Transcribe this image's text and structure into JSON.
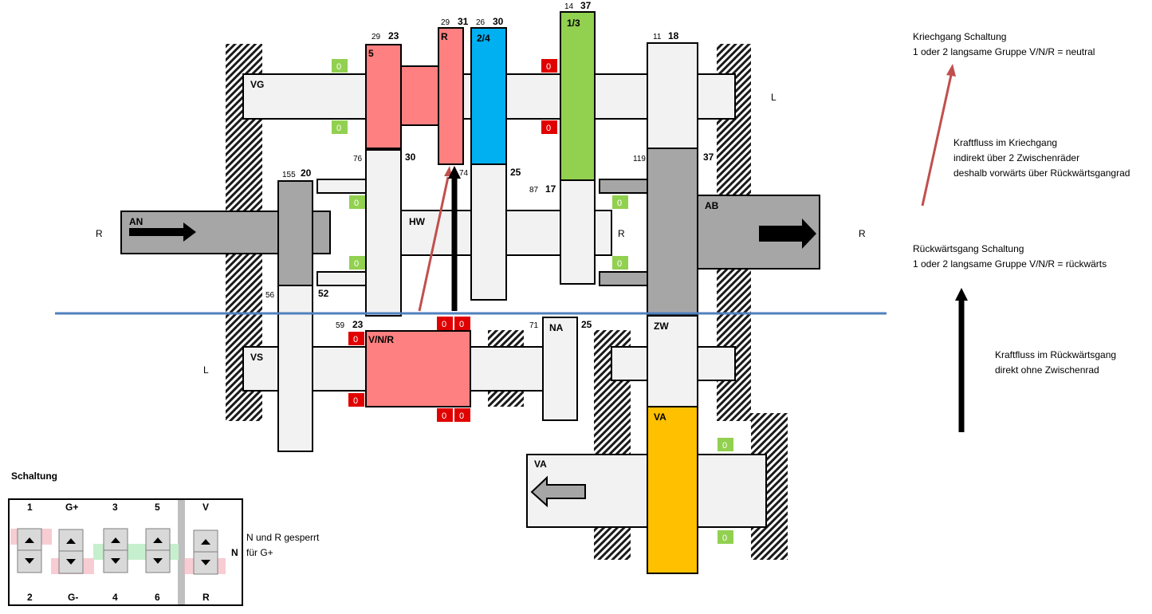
{
  "side": {
    "L": "L",
    "R": "R"
  },
  "shafts": {
    "VG": "VG",
    "HW": "HW",
    "AN": "AN",
    "AB": "AB",
    "VS": "VS",
    "NA": "NA",
    "ZW": "ZW",
    "VA_gear": "VA",
    "VA_shaft": "VA"
  },
  "gears": {
    "g5": {
      "name": "5",
      "small": "29",
      "big": "23"
    },
    "gR": {
      "name": "R",
      "small": "29",
      "big": "31"
    },
    "g24": {
      "name": "2/4",
      "small": "26",
      "big": "30"
    },
    "g13": {
      "name": "1/3",
      "small": "14",
      "big": "37"
    },
    "g18": {
      "small": "11",
      "big": "18"
    },
    "g76": {
      "small": "76",
      "big": "30"
    },
    "g74": {
      "small": "74",
      "big": "25"
    },
    "g87": {
      "small": "87",
      "big": "17"
    },
    "g119": {
      "small": "119",
      "big": "37"
    },
    "g155": {
      "small": "155",
      "big": "20"
    },
    "g56": {
      "small": "56",
      "big": "52"
    },
    "g59": {
      "small": "59",
      "big": "23"
    },
    "g71": {
      "small": "71",
      "big": "25"
    },
    "vnr": "V/N/R"
  },
  "markers": {
    "green": "0",
    "red": "0"
  },
  "notes": {
    "kriech_title": "Kriechgang Schaltung",
    "kriech_line": "1 oder 2  langsame Gruppe  V/N/R = neutral",
    "kraft_kriech_1": "Kraftfluss im Kriechgang",
    "kraft_kriech_2": "indirekt über 2 Zwischenräder",
    "kraft_kriech_3": "deshalb vorwärts über Rückwärtsgangrad",
    "rueck_title": "Rückwärtsgang Schaltung",
    "rueck_line": "1 oder 2  langsame Gruppe  V/N/R = rückwärts",
    "kraft_rueck_1": "Kraftfluss im Rückwärtsgang",
    "kraft_rueck_2": "direkt ohne Zwischenrad"
  },
  "schaltung": {
    "title": "Schaltung",
    "top": [
      "1",
      "G+",
      "3",
      "5",
      "V"
    ],
    "bottom": [
      "2",
      "G-",
      "4",
      "6",
      "R"
    ],
    "n": "N",
    "note1": "N und R gesperrt",
    "note2": "für G+"
  },
  "colors": {
    "salmon": "#ff8080",
    "blue": "#00b0f0",
    "green": "#92d050",
    "orange": "#ffc000",
    "grey": "#a6a6a6",
    "light": "#f2f2f2",
    "marker_green": "#92d050",
    "marker_red": "#e00000",
    "divider": "#4f81bd",
    "arrow_red": "#c0504d"
  }
}
